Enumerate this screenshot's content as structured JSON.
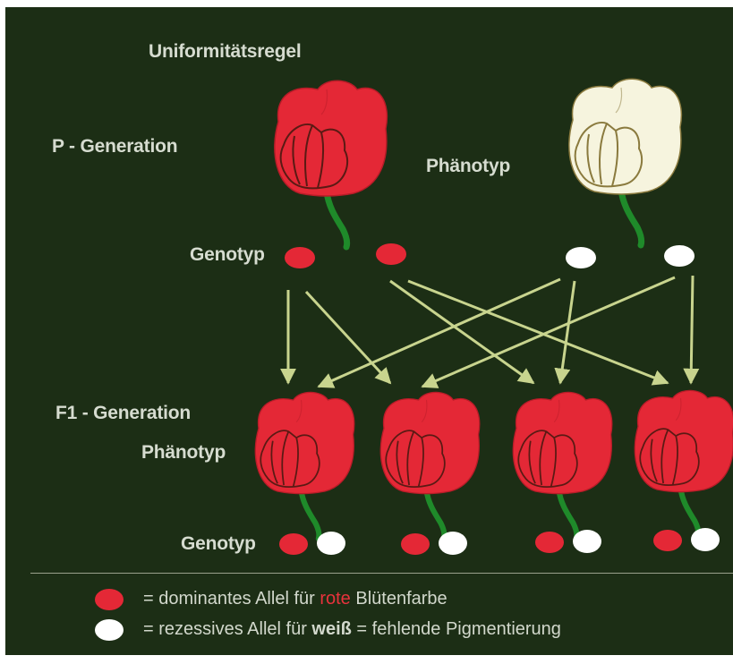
{
  "title": "Uniformitätsregel",
  "p_generation": {
    "label": "P - Generation",
    "phenotype_label": "Phänotyp",
    "genotype_label": "Genotyp"
  },
  "f1_generation": {
    "label": "F1 - Generation",
    "phenotype_label": "Phänotyp",
    "genotype_label": "Genotyp"
  },
  "legend": {
    "dominant": {
      "prefix": "=  dominantes Allel für ",
      "highlight": "rote",
      "suffix": " Blütenfarbe"
    },
    "recessive": {
      "prefix": "=  rezessives Allel für ",
      "highlight": "weiß",
      "suffix": "  = fehlende Pigmentierung"
    }
  },
  "colors": {
    "background": "#1c2e15",
    "red_allele": "#e42836",
    "white_allele": "#ffffff",
    "arrow": "#c8d48e",
    "stem": "#1f8a2a"
  }
}
